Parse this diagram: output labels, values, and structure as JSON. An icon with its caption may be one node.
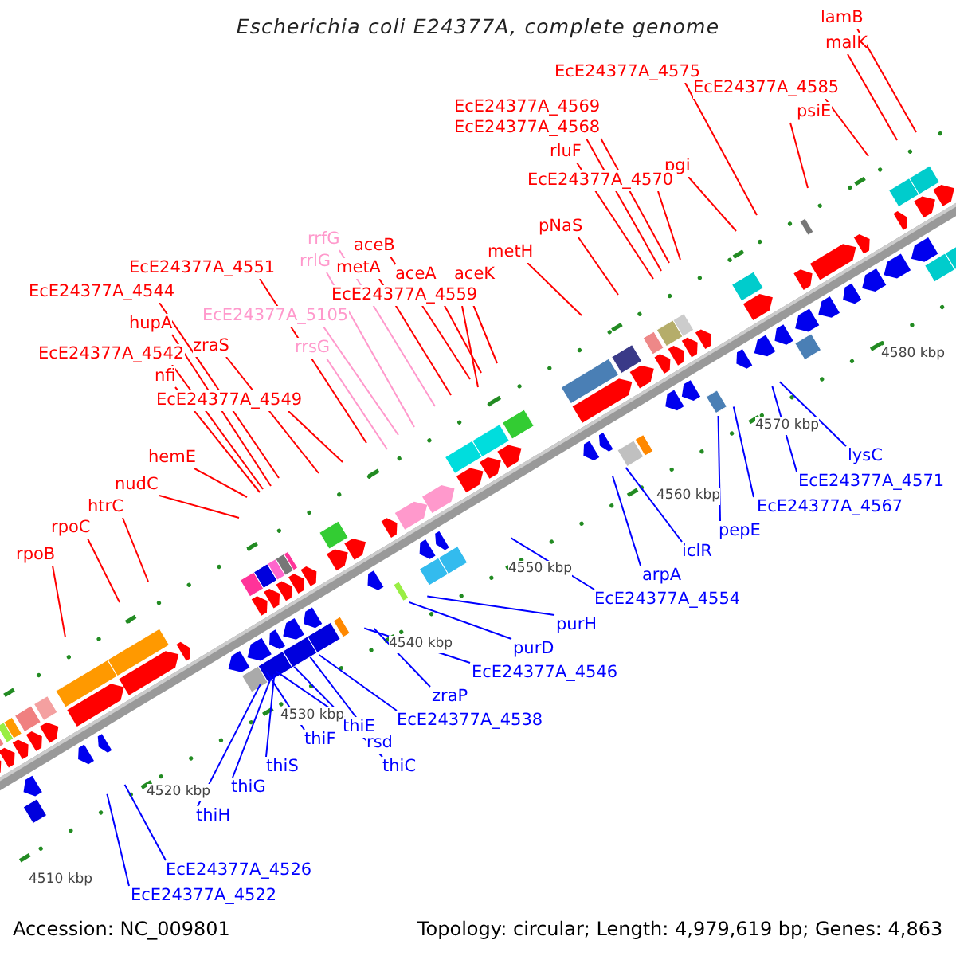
{
  "diagram": {
    "title": "Escherichia coli E24377A, complete genome",
    "nodes": [
      {
        "text": [
          "lamB"
        ]
      },
      {
        "text": [
          "malK"
        ]
      },
      {
        "text": [
          "EcE24377A_4575"
        ]
      },
      {
        "text": [
          "EcE24377A_4585"
        ]
      },
      {
        "text": [
          "EcE24377A_4569"
        ]
      },
      {
        "text": [
          "psiE"
        ]
      },
      {
        "text": [
          "EcE24377A_4568"
        ]
      },
      {
        "text": [
          "rluF"
        ]
      },
      {
        "text": [
          "pgi"
        ]
      },
      {
        "text": [
          "EcE24377A_4570"
        ]
      },
      {
        "text": [
          "pNaS"
        ]
      },
      {
        "text": [
          "rrfG"
        ]
      },
      {
        "text": [
          "aceB"
        ]
      },
      {
        "text": [
          "metH"
        ]
      },
      {
        "text": [
          "rrlG"
        ]
      },
      {
        "text": [
          "metA"
        ]
      },
      {
        "text": [
          "aceA"
        ]
      },
      {
        "text": [
          "aceK"
        ]
      },
      {
        "text": [
          "EcE24377A_4551"
        ]
      },
      {
        "text": [
          "EcE24377A_4559"
        ]
      },
      {
        "text": [
          "EcE24377A_4544"
        ]
      },
      {
        "text": [
          "EcE24377A_5105"
        ]
      },
      {
        "text": [
          "rrsG"
        ]
      },
      {
        "text": [
          "hupA"
        ]
      },
      {
        "text": [
          "zraS"
        ]
      },
      {
        "text": [
          "EcE24377A_4542"
        ]
      },
      {
        "text": [
          "nfi"
        ]
      },
      {
        "text": [
          "EcE24377A_4549"
        ]
      },
      {
        "text": [
          "hemE"
        ]
      },
      {
        "text": [
          "nudC"
        ]
      },
      {
        "text": [
          "htrC"
        ]
      },
      {
        "text": [
          "rpoC"
        ]
      },
      {
        "text": [
          "rpoB"
        ]
      },
      {
        "text": [
          "lysC"
        ]
      },
      {
        "text": [
          "EcE24377A_4571"
        ]
      },
      {
        "text": [
          "EcE24377A_4567"
        ]
      },
      {
        "text": [
          "pepE"
        ]
      },
      {
        "text": [
          "iclR"
        ]
      },
      {
        "text": [
          "arpA"
        ]
      },
      {
        "text": [
          "EcE24377A_4554"
        ]
      },
      {
        "text": [
          "purH"
        ]
      },
      {
        "text": [
          "purD"
        ]
      },
      {
        "text": [
          "EcE24377A_4546"
        ]
      },
      {
        "text": [
          "zraP"
        ]
      },
      {
        "text": [
          "EcE24377A_4538"
        ]
      },
      {
        "text": [
          "thiE"
        ]
      },
      {
        "text": [
          "thiF"
        ]
      },
      {
        "text": [
          "rsd"
        ]
      },
      {
        "text": [
          "thiC"
        ]
      },
      {
        "text": [
          "thiS"
        ]
      },
      {
        "text": [
          "thiG"
        ]
      },
      {
        "text": [
          "thiH"
        ]
      },
      {
        "text": [
          "EcE24377A_4526"
        ]
      },
      {
        "text": [
          "EcE24377A_4522"
        ]
      }
    ],
    "edges": [
      {
        "from": 0,
        "to": null,
        "arrow": "none"
      },
      {
        "from": 1,
        "to": null,
        "arrow": "none"
      },
      {
        "from": 2,
        "to": null,
        "arrow": "none"
      },
      {
        "from": 3,
        "to": null,
        "arrow": "none"
      },
      {
        "from": 4,
        "to": null,
        "arrow": "none"
      },
      {
        "from": 5,
        "to": null,
        "arrow": "none"
      },
      {
        "from": 6,
        "to": null,
        "arrow": "none"
      },
      {
        "from": 7,
        "to": null,
        "arrow": "none"
      },
      {
        "from": 8,
        "to": null,
        "arrow": "none"
      },
      {
        "from": 9,
        "to": null,
        "arrow": "none"
      },
      {
        "from": 10,
        "to": null,
        "arrow": "none"
      },
      {
        "from": 11,
        "to": null,
        "arrow": "none",
        "color": "#ff99cc"
      },
      {
        "from": 12,
        "to": null,
        "arrow": "none"
      },
      {
        "from": 13,
        "to": null,
        "arrow": "none"
      },
      {
        "from": 14,
        "to": null,
        "arrow": "none",
        "color": "#ff99cc"
      },
      {
        "from": 15,
        "to": null,
        "arrow": "none"
      },
      {
        "from": 16,
        "to": null,
        "arrow": "none"
      },
      {
        "from": 17,
        "to": null,
        "arrow": "none"
      },
      {
        "from": 18,
        "to": null,
        "arrow": "none"
      },
      {
        "from": 19,
        "to": null,
        "arrow": "none"
      },
      {
        "from": 20,
        "to": null,
        "arrow": "none"
      },
      {
        "from": 21,
        "to": null,
        "arrow": "none",
        "color": "#ff99cc"
      },
      {
        "from": 22,
        "to": null,
        "arrow": "none",
        "color": "#ff99cc"
      },
      {
        "from": 23,
        "to": null,
        "arrow": "none"
      },
      {
        "from": 24,
        "to": null,
        "arrow": "none"
      },
      {
        "from": 25,
        "to": null,
        "arrow": "none"
      },
      {
        "from": 26,
        "to": null,
        "arrow": "none"
      },
      {
        "from": 27,
        "to": null,
        "arrow": "none"
      },
      {
        "from": 28,
        "to": null,
        "arrow": "none"
      },
      {
        "from": 29,
        "to": null,
        "arrow": "none"
      },
      {
        "from": 30,
        "to": null,
        "arrow": "none"
      },
      {
        "from": 31,
        "to": null,
        "arrow": "none"
      },
      {
        "from": 32,
        "to": null,
        "arrow": "none"
      },
      {
        "from": 33,
        "to": null,
        "arrow": "none",
        "color": "#0000ff"
      },
      {
        "from": 34,
        "to": null,
        "arrow": "none",
        "color": "#0000ff"
      },
      {
        "from": 35,
        "to": null,
        "arrow": "none",
        "color": "#0000ff"
      },
      {
        "from": 36,
        "to": null,
        "arrow": "none",
        "color": "#0000ff"
      },
      {
        "from": 37,
        "to": null,
        "arrow": "none",
        "color": "#0000ff"
      },
      {
        "from": 38,
        "to": null,
        "arrow": "none",
        "color": "#0000ff"
      },
      {
        "from": 39,
        "to": null,
        "arrow": "none",
        "color": "#0000ff"
      },
      {
        "from": 40,
        "to": null,
        "arrow": "none",
        "color": "#0000ff"
      },
      {
        "from": 41,
        "to": null,
        "arrow": "none",
        "color": "#0000ff"
      },
      {
        "from": 42,
        "to": null,
        "arrow": "none",
        "color": "#0000ff"
      },
      {
        "from": 43,
        "to": null,
        "arrow": "none",
        "color": "#0000ff"
      },
      {
        "from": 44,
        "to": null,
        "arrow": "none",
        "color": "#0000ff"
      },
      {
        "from": 45,
        "to": null,
        "arrow": "none",
        "color": "#0000ff"
      },
      {
        "from": 46,
        "to": null,
        "arrow": "none",
        "color": "#0000ff"
      },
      {
        "from": 47,
        "to": null,
        "arrow": "none",
        "color": "#0000ff"
      },
      {
        "from": 48,
        "to": null,
        "arrow": "none",
        "color": "#0000ff"
      },
      {
        "from": 49,
        "to": null,
        "arrow": "none",
        "color": "#0000ff"
      },
      {
        "from": 50,
        "to": null,
        "arrow": "none",
        "color": "#0000ff"
      },
      {
        "from": 51,
        "to": null,
        "arrow": "none",
        "color": "#0000ff"
      },
      {
        "from": 52,
        "to": null,
        "arrow": "none",
        "color": "#0000ff"
      },
      {
        "from": 53,
        "to": null,
        "arrow": "none",
        "color": "#0000ff"
      }
    ],
    "labels": [
      "4580 kbp",
      "4570 kbp",
      "4560 kbp",
      "4550 kbp",
      "4540 kbp",
      "4530 kbp",
      "4520 kbp",
      "4510 kbp",
      "Accession: NC_009801",
      "Topology: circular; Length: 4,979,619 bp; Genes: 4,863"
    ]
  }
}
